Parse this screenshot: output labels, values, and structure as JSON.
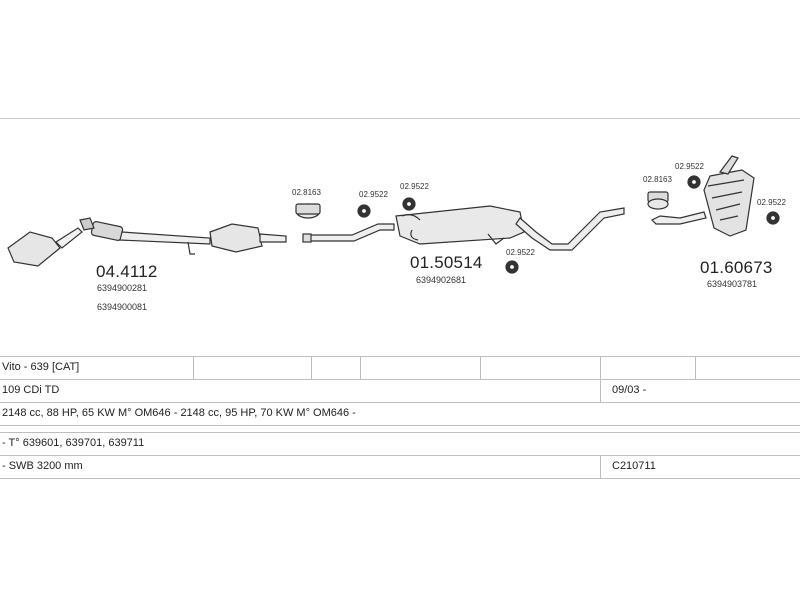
{
  "parts": [
    {
      "code": "04.4112",
      "oem": [
        "6394900281",
        "6394900081"
      ]
    },
    {
      "code": "01.50514",
      "oem": [
        "6394902681"
      ]
    },
    {
      "code": "01.60673",
      "oem": [
        "6394903781"
      ]
    }
  ],
  "accessories": {
    "a1": "02.8163",
    "a2": "02.9522",
    "a3": "02.9522",
    "a4": "02.9522",
    "a5": "02.8163",
    "a6": "02.9522",
    "a7": "02.9522"
  },
  "table": {
    "rows": [
      {
        "left": "Vito - 639  [CAT]",
        "right": ""
      },
      {
        "left": "109 CDi TD",
        "right": "09/03 -"
      },
      {
        "left": "2148 cc, 88 HP, 65 KW M° OM646 - 2148 cc, 95 HP, 70 KW M° OM646 -",
        "right": ""
      },
      {
        "left": "- T° 639601, 639701, 639711",
        "right": ""
      },
      {
        "left": "- SWB 3200 mm",
        "right": "C210711"
      }
    ]
  }
}
